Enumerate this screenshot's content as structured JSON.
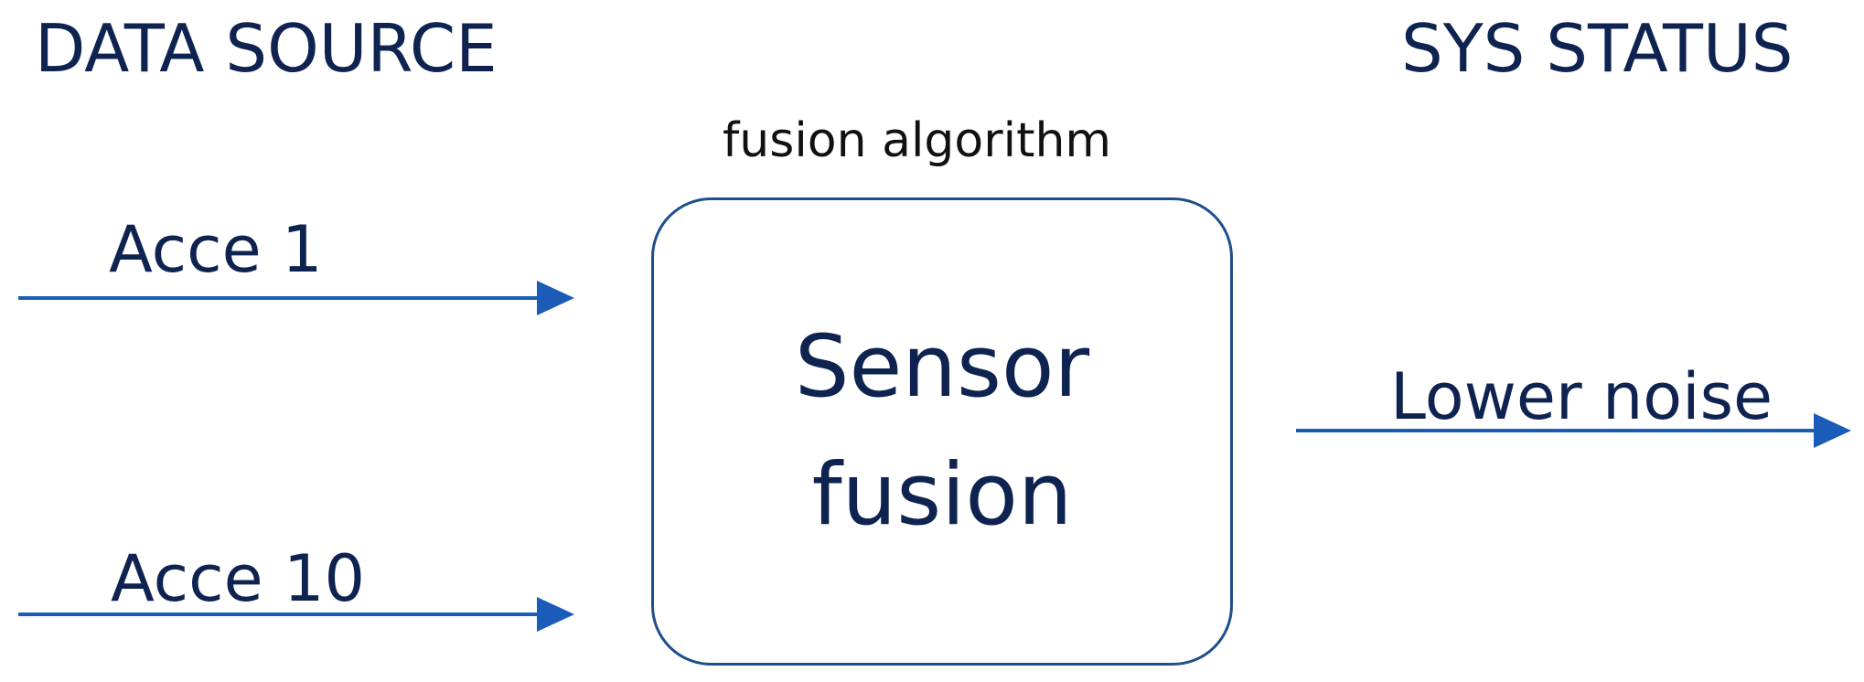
{
  "headings": {
    "left": "DATA SOURCE",
    "right": "SYS STATUS"
  },
  "algorithm_label": "fusion algorithm",
  "process_box": {
    "line1": "Sensor",
    "line2": "fusion"
  },
  "inputs": [
    {
      "label": "Acce 1"
    },
    {
      "label": "Acce 10"
    }
  ],
  "output": {
    "label": "Lower noise"
  },
  "colors": {
    "text": "#0f2350",
    "arrow": "#1a5cb8",
    "box_border": "#1f4e8c",
    "algorithm_text": "#111111",
    "background": "#ffffff"
  }
}
